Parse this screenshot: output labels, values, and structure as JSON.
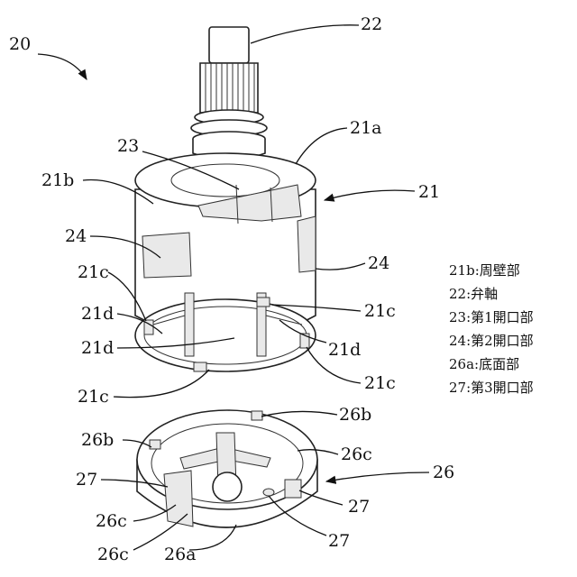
{
  "labels": {
    "l20": "20",
    "l22": "22",
    "l21a": "21a",
    "l21b": "21b",
    "l21": "21",
    "l23": "23",
    "l24_left": "24",
    "l24_right": "24",
    "l21c_1": "21c",
    "l21d_1": "21d",
    "l21c_2": "21c",
    "l21d_2": "21d",
    "l21d_3": "21d",
    "l21c_3": "21c",
    "l21c_4": "21c",
    "l26b_1": "26b",
    "l26b_2": "26b",
    "l26c_1": "26c",
    "l26": "26",
    "l27_1": "27",
    "l27_2": "27",
    "l27_3": "27",
    "l26c_2": "26c",
    "l26c_3": "26c",
    "l26a": "26a"
  },
  "legend": [
    "21b:周壁部",
    "22:弁軸",
    "23:第1開口部",
    "24:第2開口部",
    "26a:底面部",
    "27:第3開口部"
  ]
}
